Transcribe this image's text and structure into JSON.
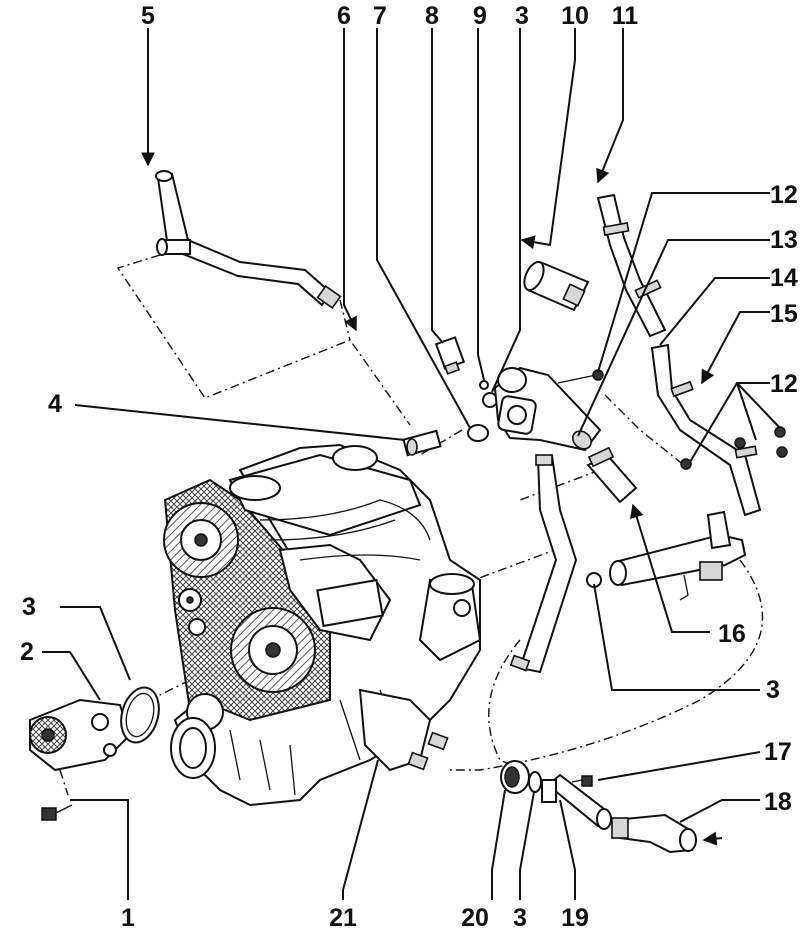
{
  "callouts": {
    "c1": "1",
    "c2": "2",
    "c3a": "3",
    "c3b": "3",
    "c3c": "3",
    "c3d": "3",
    "c4": "4",
    "c5": "5",
    "c6": "6",
    "c7": "7",
    "c8": "8",
    "c9": "9",
    "c10": "10",
    "c11": "11",
    "c12a": "12",
    "c12b": "12",
    "c13": "13",
    "c14": "14",
    "c15": "15",
    "c16": "16",
    "c17": "17",
    "c18": "18",
    "c19": "19",
    "c20": "20",
    "c21": "21"
  }
}
